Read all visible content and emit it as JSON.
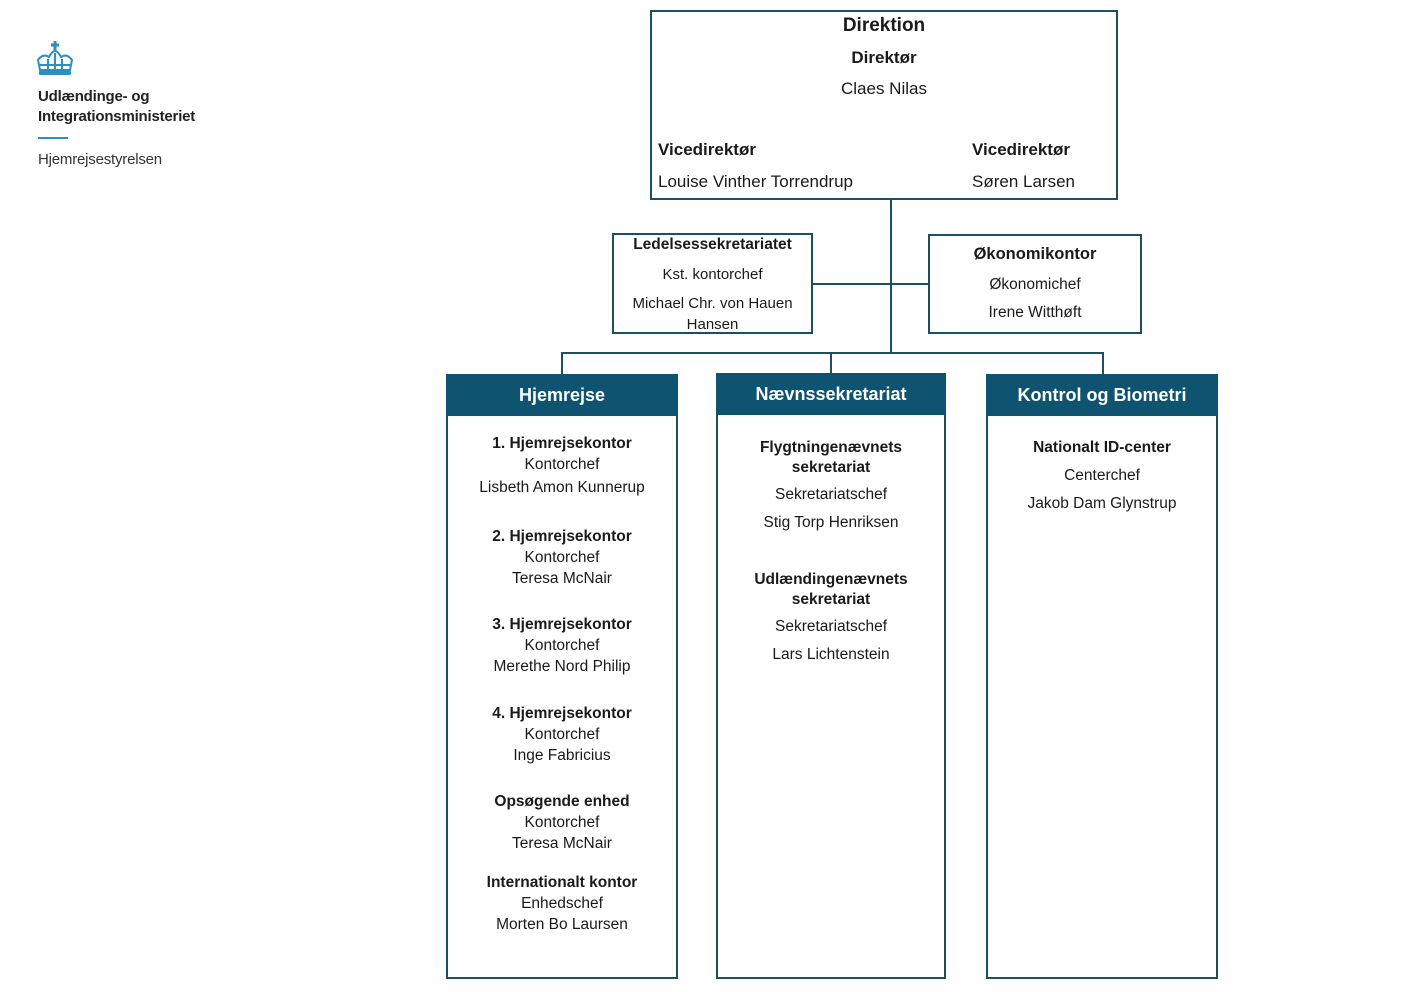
{
  "logo": {
    "icon": "crown-icon",
    "line1": "Udlændinge- og",
    "line2": "Integrationsministeriet",
    "line3": "Hjemrejsestyrelsen",
    "accent_color": "#2a8fc1"
  },
  "colors": {
    "box_border": "#1e4e62",
    "header_fill": "#0e5470",
    "header_text": "#ffffff"
  },
  "direktion": {
    "title": "Direktion",
    "director_role": "Direktør",
    "director_name": "Claes Nilas",
    "vice1_role": "Vicedirektør",
    "vice1_name": "Louise Vinther Torrendrup",
    "vice2_role": "Vicedirektør",
    "vice2_name": "Søren Larsen"
  },
  "ledelse": {
    "title": "Ledelsessekretariatet",
    "role": "Kst. kontorchef",
    "name": "Michael Chr. von Hauen Hansen"
  },
  "okonomi": {
    "title": "Økonomikontor",
    "role": "Økonomichef",
    "name": "Irene Witthøft"
  },
  "departments": [
    {
      "title": "Hjemrejse",
      "units": [
        {
          "name": "1. Hjemrejsekontor",
          "role": "Kontorchef",
          "person": "Lisbeth Amon Kunnerup"
        },
        {
          "name": "2. Hjemrejsekontor",
          "role": "Kontorchef",
          "person": "Teresa McNair"
        },
        {
          "name": "3. Hjemrejsekontor",
          "role": "Kontorchef",
          "person": "Merethe Nord Philip"
        },
        {
          "name": "4. Hjemrejsekontor",
          "role": "Kontorchef",
          "person": "Inge Fabricius"
        },
        {
          "name": "Opsøgende enhed",
          "role": "Kontorchef",
          "person": "Teresa McNair"
        },
        {
          "name": "Internationalt kontor",
          "role": "Enhedschef",
          "person": "Morten Bo Laursen"
        }
      ]
    },
    {
      "title": "Nævnssekretariat",
      "units": [
        {
          "name_line1": "Flygtningenævnets",
          "name_line2": "sekretariat",
          "role": "Sekretariatschef",
          "person": "Stig Torp Henriksen"
        },
        {
          "name_line1": "Udlændingenævnets",
          "name_line2": "sekretariat",
          "role": "Sekretariatschef",
          "person": "Lars Lichtenstein"
        }
      ]
    },
    {
      "title": "Kontrol og Biometri",
      "units": [
        {
          "name": "Nationalt ID-center",
          "role": "Centerchef",
          "person": "Jakob Dam Glynstrup"
        }
      ]
    }
  ]
}
